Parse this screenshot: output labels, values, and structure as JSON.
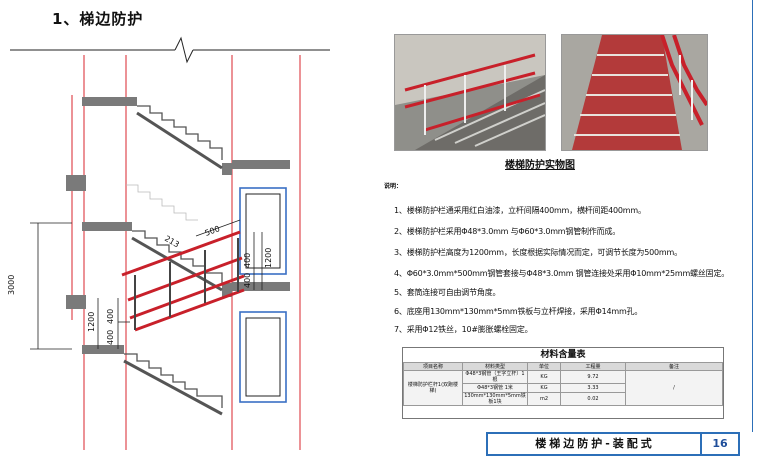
{
  "page": {
    "section_title": "1、梯边防护",
    "photo_caption": "楼梯防护实物图",
    "notes_heading": "说明：",
    "notes": [
      "1、楼梯防护栏通采用红白油漆，立杆间隔400mm，横杆间距400mm。",
      "2、楼梯防护栏采用Φ48*3.0mm 与Φ60*3.0mm钢管制作而成。",
      "3、楼梯防护栏高度为1200mm，长度根据实际情况而定，可调节长度为500mm。",
      "4、Φ60*3.0mm*500mm钢管套接与Φ48*3.0mm 钢管连接处采用Φ10mm*25mm螺丝固定。",
      "5、套筒连接可自由调节角度。",
      "6、底座用130mm*130mm*5mm铁板与立杆焊接，采用Φ14mm孔。",
      "7、采用Φ12铁丝，10#膨胀螺栓固定。"
    ],
    "drawing": {
      "dims": [
        "3000",
        "1200",
        "400",
        "400",
        "1200",
        "400",
        "400",
        "500",
        "213"
      ]
    },
    "materials": {
      "title": "材料含量表",
      "headers": [
        "项目名称",
        "材料类型",
        "单位",
        "工程量",
        "备注"
      ],
      "item_name": "楼梯防护栏杆1(双跑楼梯)",
      "rows": [
        {
          "type": "Φ48*3钢管（王字立杆）1根",
          "unit": "KG",
          "qty": "9.72"
        },
        {
          "type": "Φ48*3钢管 1米",
          "unit": "KG",
          "qty": "3.33"
        },
        {
          "type": "130mm*130mm*5mm铁板1块",
          "unit": "m2",
          "qty": "0.02"
        }
      ],
      "remark": "/"
    },
    "footer": {
      "title": "楼梯边防护-装配式",
      "page_number": "16"
    }
  },
  "colors": {
    "red_line": "#d9262c",
    "blue_frame": "#3a6fc4",
    "rail_red": "#c8202a",
    "concrete": "#7a7a7a"
  }
}
